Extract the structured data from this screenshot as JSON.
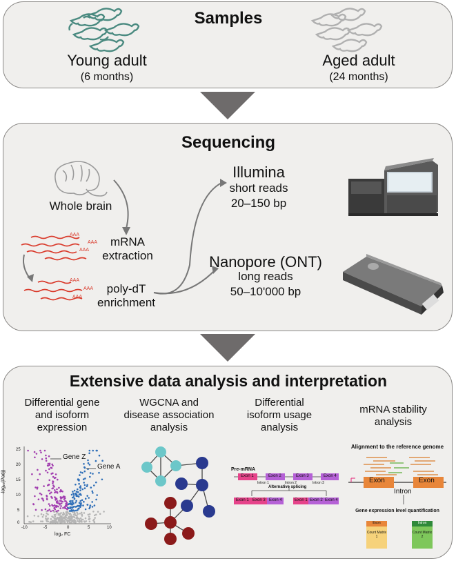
{
  "samples": {
    "title": "Samples",
    "young_label": "Young adult",
    "young_age": "(6 months)",
    "aged_label": "Aged adult",
    "aged_age": "(24 months)"
  },
  "sequencing": {
    "title": "Sequencing",
    "whole_brain": "Whole brain",
    "mrna_line1": "mRNA",
    "mrna_line2": "extraction",
    "polydt_line1": "poly-dT",
    "polydt_line2": "enrichment",
    "polya": "AAA",
    "illumina_name": "Illumina",
    "illumina_reads": "short reads",
    "illumina_length": "20–150 bp",
    "nanopore_name": "Nanopore (ONT)",
    "nanopore_reads": "long reads",
    "nanopore_length": "50–10'000 bp"
  },
  "analysis": {
    "title": "Extensive data analysis and interpretation",
    "col1_line1": "Differential gene",
    "col1_line2": "and isoform",
    "col1_line3": "expression",
    "col2_line1": "WGCNA and",
    "col2_line2": "disease association",
    "col2_line3": "analysis",
    "col3_line1": "Differential",
    "col3_line2": "isoform usage",
    "col3_line3": "analysis",
    "col4_line1": "mRNA stability",
    "col4_line2": "analysis"
  },
  "volcano": {
    "gene_z": "Gene Z",
    "gene_a": "Gene A",
    "ylabel": "-log₁₀(Padj)",
    "xlabel": "log₂ FC",
    "y_ticks": [
      "25",
      "20",
      "15",
      "10",
      "5",
      "0"
    ],
    "x_ticks": [
      "-10",
      "-5",
      "0",
      "5",
      "10"
    ],
    "colors": {
      "down": "#a23fb0",
      "up": "#2f6fb8",
      "ns": "#b5b5b5"
    }
  },
  "isoform": {
    "pre_mrna": "Pre-mRNA",
    "exon1": "Exon 1",
    "exon2": "Exon 2",
    "exon3": "Exon 3",
    "exon4": "Exon 4",
    "intron1": "Intron 1",
    "intron2": "Intron 2",
    "intron3": "Intron 3",
    "alt_splicing": "Alternative splicing"
  },
  "stability": {
    "alignment": "Alignment to the reference genome",
    "exon": "Exon",
    "intron": "Intron",
    "quantification": "Gene expression level quantification",
    "count_exon_header": "Exon",
    "count_exon_body": "Count Matrix 1",
    "count_intron_header": "Intron",
    "count_intron_body": "Count Matrix 2"
  },
  "colors": {
    "panel_bg": "#f0efed",
    "arrow": "#6e6b6b",
    "young_mouse": "#4a8a80",
    "aged_mouse": "#b0b0b0",
    "mrna": "#d93a2b",
    "teal_node": "#6cc7c9",
    "navy_node": "#2a3a8f",
    "red_node": "#8b1a1a"
  }
}
